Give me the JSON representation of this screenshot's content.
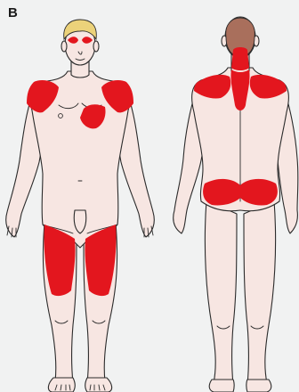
{
  "panel_label": "B",
  "colors": {
    "pain": "#e3161e",
    "skin": "#f7e6e2",
    "outline": "#2b2b2b",
    "hair_front": "#ecd27a",
    "hair_back": "#a96f5c",
    "background": "#f1f2f2"
  },
  "front_figure": {
    "pain_regions": [
      "eyes",
      "right-shoulder",
      "left-shoulder",
      "left-chest",
      "right-thigh",
      "left-thigh"
    ]
  },
  "back_figure": {
    "pain_regions": [
      "neck",
      "upper-back",
      "shoulders",
      "buttocks"
    ]
  }
}
